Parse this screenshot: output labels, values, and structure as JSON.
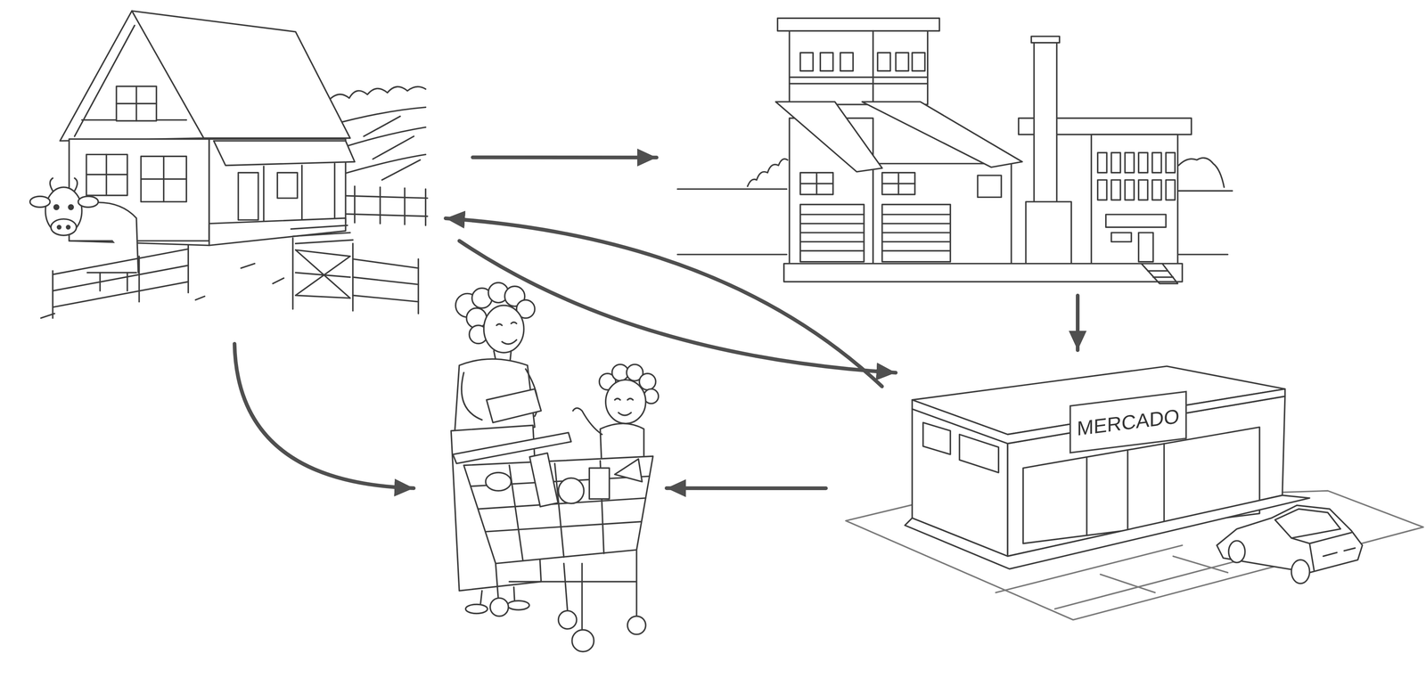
{
  "diagram": {
    "nodes": [
      {
        "text": []
      },
      {
        "text": []
      },
      {
        "text": []
      },
      {
        "text": [
          "MERCADO"
        ]
      }
    ],
    "edges": [
      {
        "from": 0,
        "to": 1,
        "arrow": "to"
      },
      {
        "from": 1,
        "to": 3,
        "arrow": "to"
      },
      {
        "from": 3,
        "to": 0,
        "arrow": "to"
      },
      {
        "from": 0,
        "to": 3,
        "arrow": "to"
      },
      {
        "from": 0,
        "to": 2,
        "arrow": "to"
      },
      {
        "from": 3,
        "to": 2,
        "arrow": "to"
      }
    ]
  }
}
